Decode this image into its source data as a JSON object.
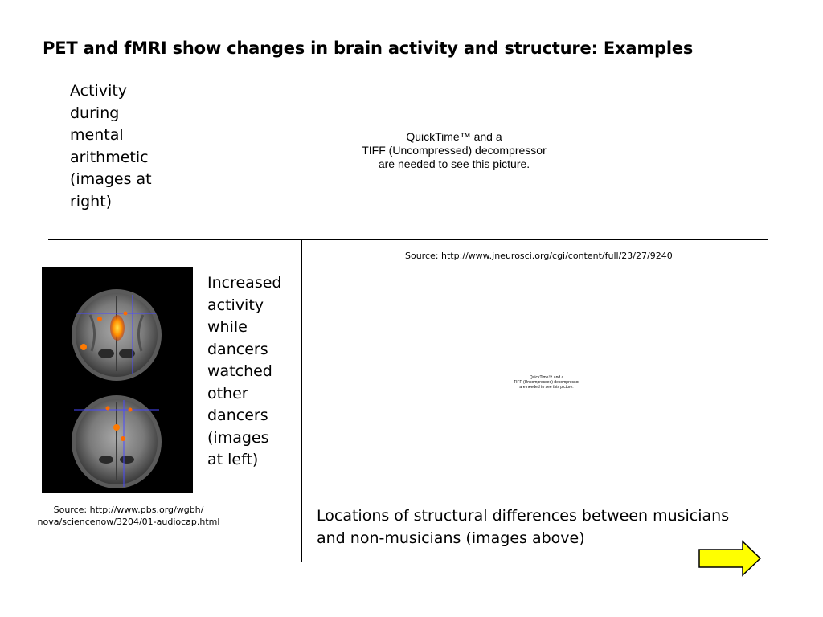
{
  "slide": {
    "title": "PET and fMRI show changes in brain activity and structure: Examples",
    "top_caption_lines": [
      "Activity",
      "during",
      "mental",
      "arithmetic",
      "(images at",
      "right)"
    ],
    "middle_caption_lines": [
      "Increased",
      "activity",
      "while",
      "dancers",
      "watched",
      "other",
      "dancers",
      "(images",
      "at left)"
    ],
    "quicktime_message_lines": [
      "QuickTime™ and a",
      "TIFF (Uncompressed) decompressor",
      "are needed to see this picture."
    ],
    "source_top": "Source: http://www.jneurosci.org/cgi/content/full/23/27/9240",
    "source_left_lines": [
      "Source: http://www.pbs.org/wgbh/",
      "nova/sciencenow/3204/01-audiocap.html"
    ],
    "bottom_caption_lines": [
      "Locations of structural differences between musicians",
      "and non-musicians (images above)"
    ],
    "next_arrow_icon": "next-arrow-icon",
    "colors": {
      "arrow_fill": "#ffff00",
      "arrow_stroke": "#000000",
      "activation": "#ff8c00"
    }
  }
}
